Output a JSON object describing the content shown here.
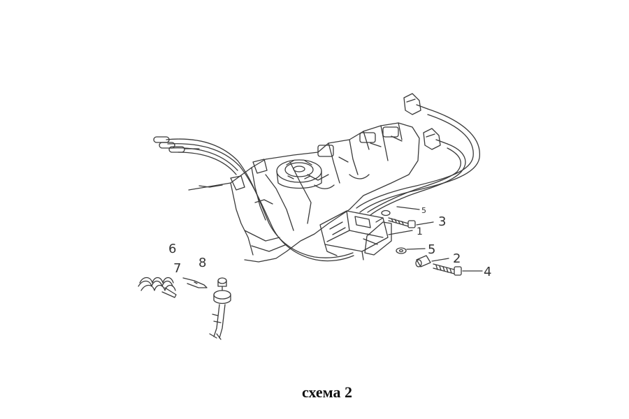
{
  "diagram": {
    "callouts": {
      "c1": "1",
      "c2": "2",
      "c3": "3",
      "c4": "4",
      "c5a": "5",
      "c5b": "5",
      "c6": "6",
      "c7": "7",
      "c8": "8"
    },
    "caption": "схема 2"
  }
}
